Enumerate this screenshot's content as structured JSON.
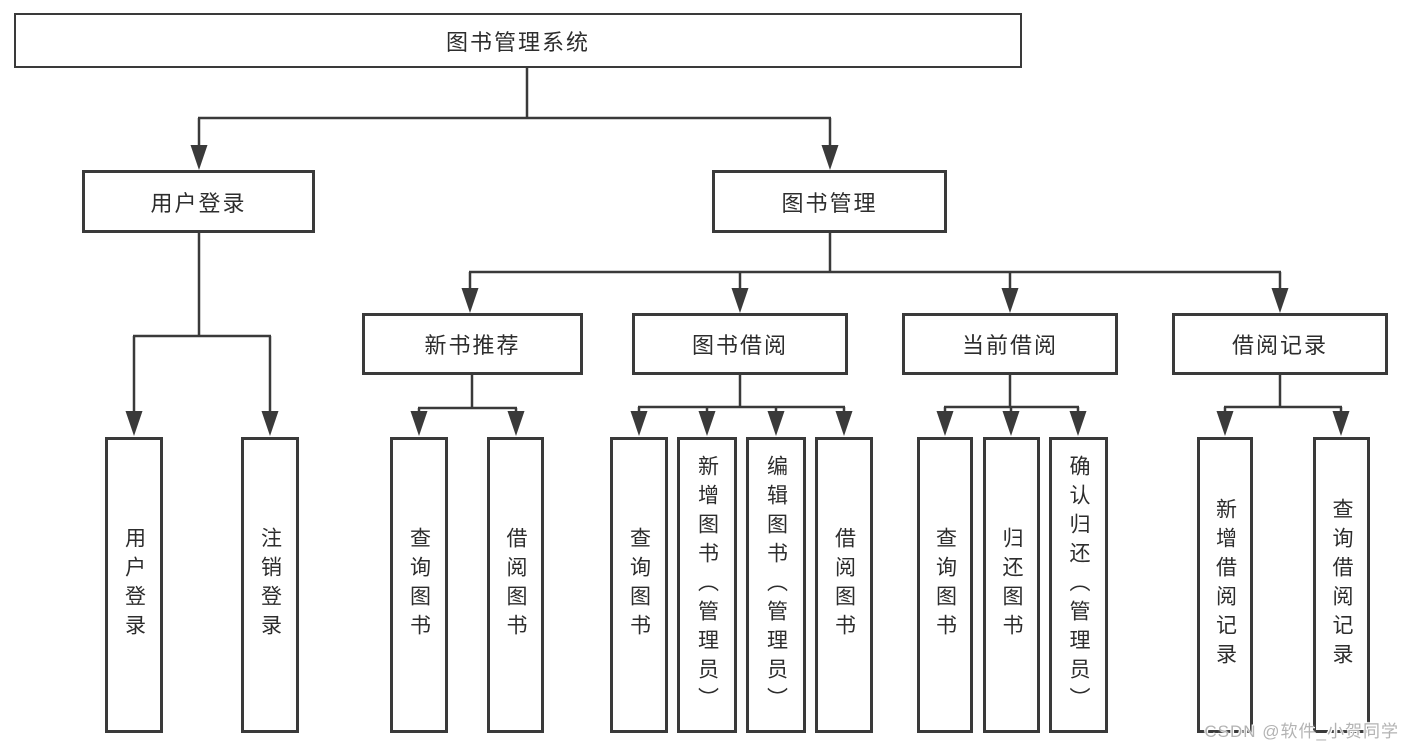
{
  "diagram": {
    "root": "图书管理系统",
    "branches": [
      {
        "label": "用户登录",
        "children": [
          "用户登录",
          "注销登录"
        ]
      },
      {
        "label": "图书管理",
        "sections": [
          {
            "label": "新书推荐",
            "children": [
              "查询图书",
              "借阅图书"
            ]
          },
          {
            "label": "图书借阅",
            "children": [
              "查询图书",
              "新增图书（管理员）",
              "编辑图书（管理员）",
              "借阅图书"
            ]
          },
          {
            "label": "当前借阅",
            "children": [
              "查询图书",
              "归还图书",
              "确认归还（管理员）"
            ]
          },
          {
            "label": "借阅记录",
            "children": [
              "新增借阅记录",
              "查询借阅记录"
            ]
          }
        ]
      }
    ]
  },
  "watermark": {
    "text": "CSDN @软件_小贺同学"
  },
  "colors": {
    "line": "#3a3a3a",
    "text": "#2d2d2d",
    "background": "#ffffff",
    "watermark": "#b3b3b3"
  }
}
